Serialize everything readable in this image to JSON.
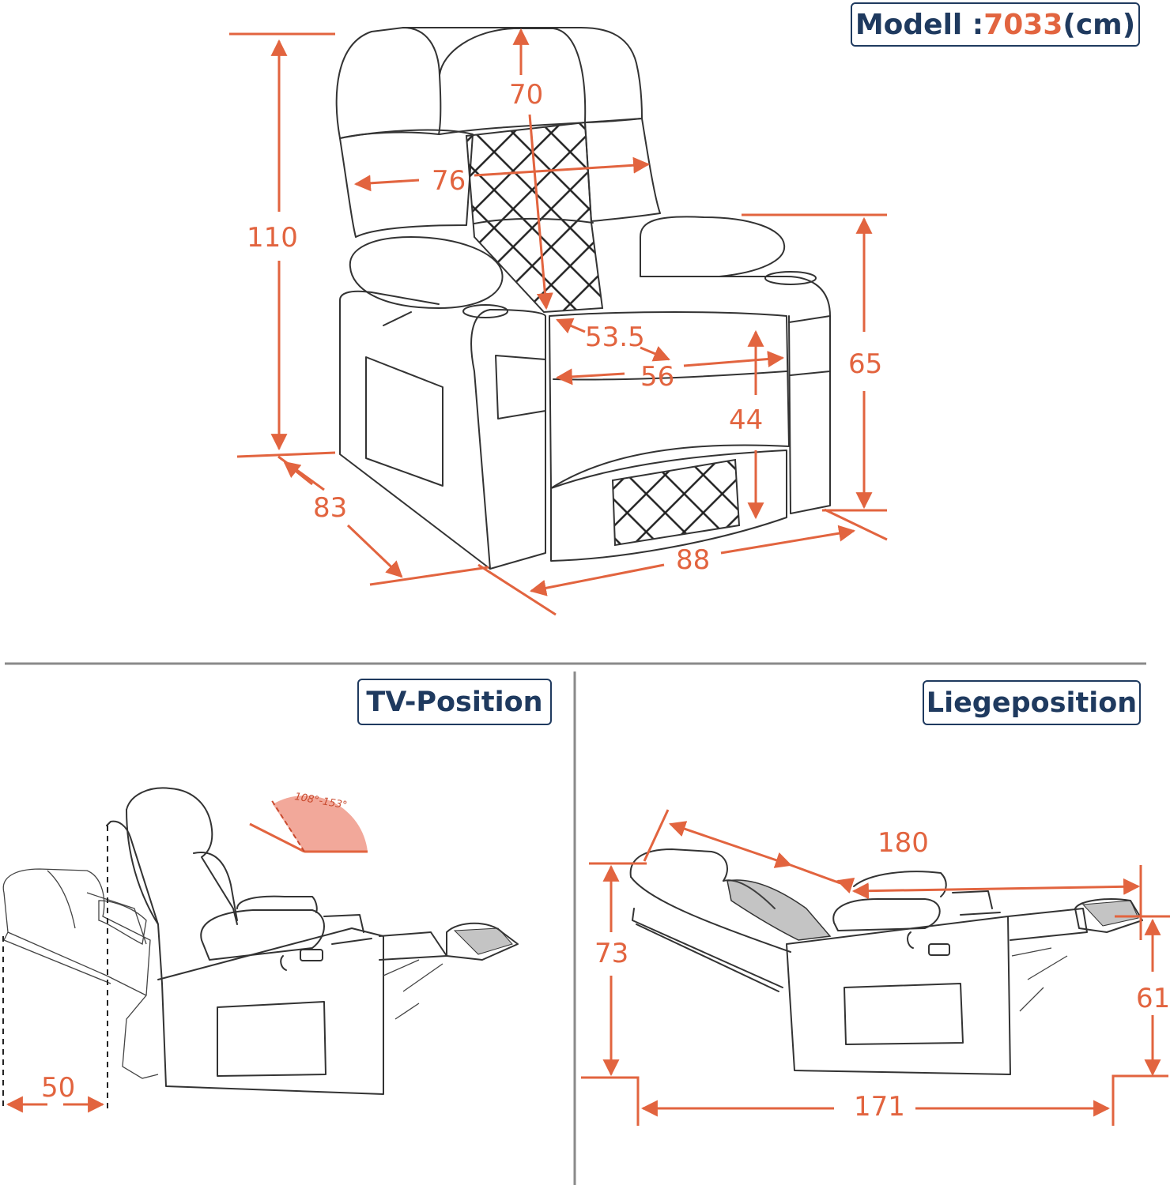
{
  "model_badge": {
    "label": "Modell : ",
    "number": "7033",
    "unit": "(cm)"
  },
  "front_view": {
    "height_total": "110",
    "headrest_height": "70",
    "back_width": "76",
    "seat_depth": "53.5",
    "seat_width": "56",
    "seat_height": "44",
    "arm_height": "65",
    "depth": "83",
    "width": "88"
  },
  "tv_position": {
    "title": "TV-Position",
    "angle_label": "108°-153°",
    "wall_clearance": "50"
  },
  "liege_position": {
    "title": "Liegeposition",
    "length_diag": "180",
    "back_height": "73",
    "foot_height": "61",
    "length_floor": "171"
  },
  "colors": {
    "accent": "#e2643f",
    "badge_text": "#1f3a5f",
    "line": "#333333",
    "divider": "#8a8a8a"
  }
}
